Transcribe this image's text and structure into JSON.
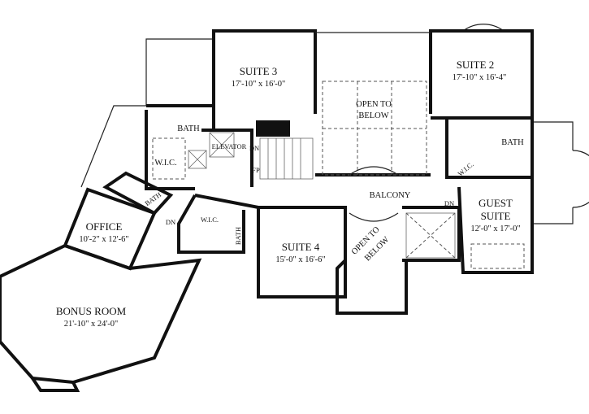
{
  "rooms": {
    "suite3": {
      "name": "SUITE 3",
      "dim": "17'-10\" x 16'-0\""
    },
    "suite2": {
      "name": "SUITE 2",
      "dim": "17'-10\" x 16'-4\""
    },
    "open_top": {
      "line1": "OPEN TO",
      "line2": "BELOW"
    },
    "bath_left": "BATH",
    "wic_left": "W.I.C.",
    "elevator": "ELEVATOR",
    "dn_stair": "DN",
    "fp": "FP",
    "bath_right": "BATH",
    "wic_right": "W.I.C.",
    "balcony": "BALCONY",
    "guest": {
      "line1": "GUEST",
      "line2": "SUITE",
      "dim": "12'-0\" x 17'-0\""
    },
    "dn_right": "DN",
    "bath_office": "BATH",
    "office": {
      "name": "OFFICE",
      "dim": "10'-2\" x 12'-6\""
    },
    "dn_office": "DN",
    "wic_suite4": "W.I.C.",
    "bath_suite4": "BATH",
    "suite4": {
      "name": "SUITE 4",
      "dim": "15'-0\" x 16'-6\""
    },
    "open_bottom": {
      "line1": "OPEN TO",
      "line2": "BELOW"
    },
    "bonus": {
      "name": "BONUS ROOM",
      "dim": "21'-10\" x 24'-0\""
    }
  }
}
